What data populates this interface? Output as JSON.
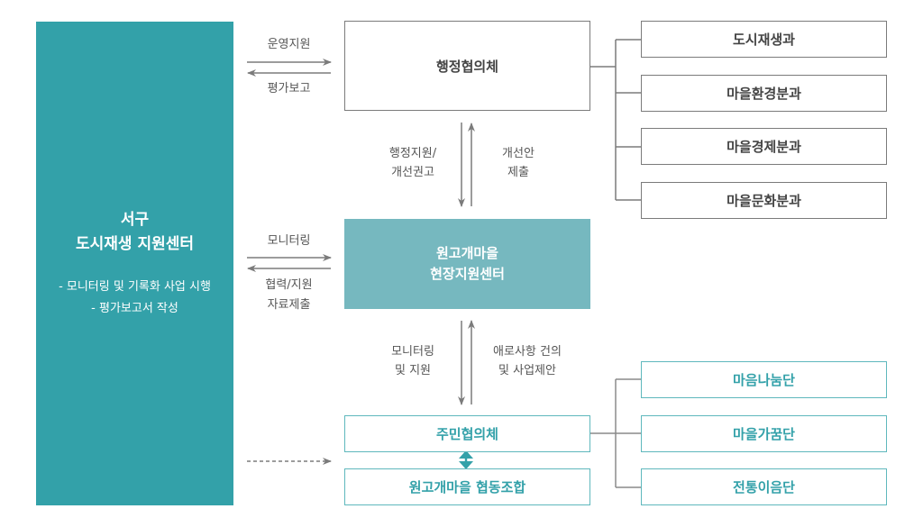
{
  "colors": {
    "teal_dark": "#33a1a9",
    "teal_light": "#76b8bf",
    "teal_border": "#5fb8bd",
    "gray_line": "#7b7b7b",
    "text_gray": "#444444"
  },
  "left_center": {
    "title_line1": "서구",
    "title_line2": "도시재생 지원센터",
    "bullets": [
      "- 모니터링 및 기록화 사업 시행",
      "- 평가보고서 작성"
    ]
  },
  "arrows_left": {
    "top_forward": "운영지원",
    "top_back": "평가보고",
    "mid_forward": "모니터링",
    "mid_back_line1": "협력/지원",
    "mid_back_line2": "자료제출"
  },
  "middle": {
    "admin_council": "행정협의체",
    "field_center_line1": "원고개마을",
    "field_center_line2": "현장지원센터",
    "residents_council": "주민협의체",
    "cooperative": "원고개마을 협동조합"
  },
  "arrows_vertical": {
    "upper_down_line1": "행정지원/",
    "upper_down_line2": "개선권고",
    "upper_up_line1": "개선안",
    "upper_up_line2": "제출",
    "lower_down_line1": "모니터링",
    "lower_down_line2": "및 지원",
    "lower_up_line1": "애로사항 건의",
    "lower_up_line2": "및 사업제안"
  },
  "admin_departments": [
    "도시재생과",
    "마을환경분과",
    "마을경제분과",
    "마을문화분과"
  ],
  "resident_groups": [
    "마음나눔단",
    "마을가꿈단",
    "전통이음단"
  ]
}
